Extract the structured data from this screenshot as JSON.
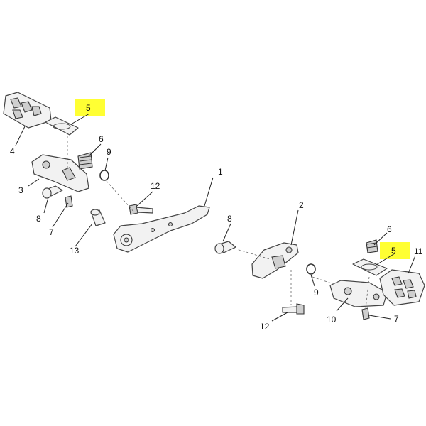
{
  "callouts": [
    {
      "id": "c1",
      "text": "1"
    },
    {
      "id": "c2",
      "text": "2"
    },
    {
      "id": "c3",
      "text": "3"
    },
    {
      "id": "c4",
      "text": "4"
    },
    {
      "id": "c5a",
      "text": "5"
    },
    {
      "id": "c5b",
      "text": "5"
    },
    {
      "id": "c6a",
      "text": "6"
    },
    {
      "id": "c6b",
      "text": "6"
    },
    {
      "id": "c7a",
      "text": "7"
    },
    {
      "id": "c7b",
      "text": "7"
    },
    {
      "id": "c8a",
      "text": "8"
    },
    {
      "id": "c8b",
      "text": "8"
    },
    {
      "id": "c9a",
      "text": "9"
    },
    {
      "id": "c9b",
      "text": "9"
    },
    {
      "id": "c10",
      "text": "10"
    },
    {
      "id": "c11",
      "text": "11"
    },
    {
      "id": "c12a",
      "text": "12"
    },
    {
      "id": "c12b",
      "text": "12"
    },
    {
      "id": "c13",
      "text": "13"
    }
  ],
  "colors": {
    "highlight": "#ffff33",
    "line": "#222222",
    "part_fill": "#f2f2f2"
  }
}
